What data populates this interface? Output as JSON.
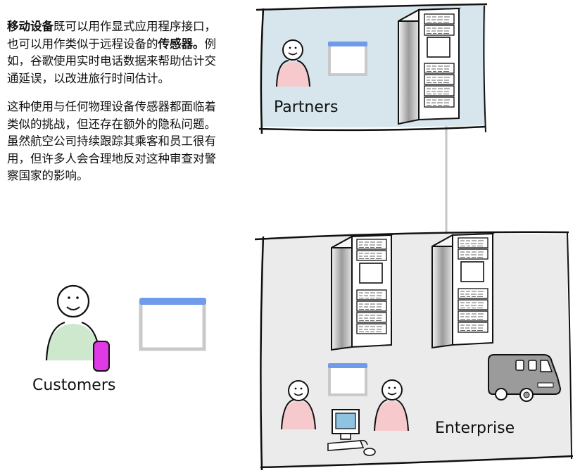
{
  "paragraph1": {
    "bold1": "移动设备",
    "text1": "既可以用作显式应用程序接口，也可以用作类似于远程设备的",
    "bold2": "传感器。",
    "text2": "例如，谷歌使用实时电话数据来帮助估计交通延误，以改进旅行时间估计。"
  },
  "paragraph2": "这种使用与任何物理设备传感器都面临着类似的挑战，但还存在额外的隐私问题。虽然航空公司持续跟踪其乘客和员工很有用，但许多人会合理地反对这种审查对警察国家的影响。",
  "labels": {
    "partners": "Partners",
    "customers": "Customers",
    "enterprise": "Enterprise"
  },
  "colors": {
    "partners_bg": "#d6e6ec",
    "enterprise_bg": "#ecebeb",
    "screen_bar": "#6f9bea",
    "person_pink": "#f6c9cc",
    "person_green": "#cde8cc",
    "phone_magenta": "#e03ae6"
  }
}
